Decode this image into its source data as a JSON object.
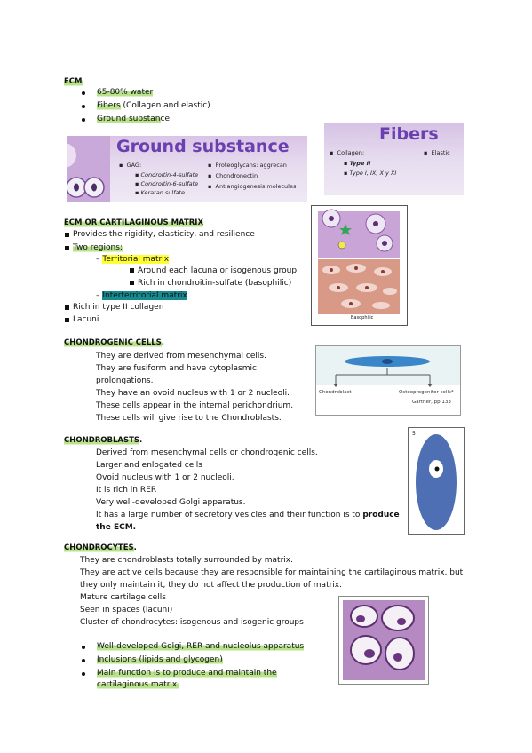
{
  "ecm": {
    "title": "ECM",
    "bullets": [
      "65-80% water",
      "Fibers (Collagen and elastic)",
      "Ground substance"
    ],
    "fibers_word": "Fibers",
    "fibers_rest": " (Collagen and elastic)",
    "ground_word": "Ground substan",
    "ground_rest": "ce"
  },
  "ground_panel": {
    "title": "Ground substance",
    "gag": "GAG:",
    "gag_items": [
      "Condroitin-4-sulfate",
      "Condroitin-6-sulfate",
      "Keratan sulfate"
    ],
    "right_items": [
      "Proteoglycans: aggrecan",
      "Chondronectin",
      "Antiangiogenesis molecules"
    ]
  },
  "fibers_panel": {
    "title": "Fibers",
    "collagen": "Collagen:",
    "elastic": "Elastic",
    "types": [
      "Type II",
      "Type I, IX, X y XI"
    ]
  },
  "matrix": {
    "title": "ECM OR CARTILAGINOUS MATRIX",
    "lines": [
      "Provides the rigidity, elasticity, and resilience",
      "Two regions:"
    ],
    "territorial": "Territorial matrix",
    "territorial_items": [
      "Around each lacuna or isogenous group",
      "Rich in chondroitin-sulfate (basophilic)"
    ],
    "interterritorial": "Interterritorial matrix",
    "tail": [
      "Rich in type II collagen",
      "Lacuni"
    ],
    "image_caption": "Basophilic"
  },
  "chondrogenic": {
    "title": "CHONDROGENIC CELLS",
    "lines": [
      "They are derived from mesenchymal cells.",
      "They are fusiform and have cytoplasmic",
      "prolongations.",
      "They have an ovoid nucleus with 1 or 2 nucleoli.",
      "These cells appear in the internal perichondrium.",
      "These cells will give rise to the Chondroblasts."
    ],
    "diagram": {
      "left_label": "Chondroblast",
      "right_label": "Osteoprogenitor cells*",
      "source": "Gartner, pp 133"
    }
  },
  "chondroblasts": {
    "title": "CHONDROBLASTS",
    "lines": [
      "Derived from mesenchymal cells or chondrogenic cells.",
      "Larger and enlogated cells",
      "Ovoid nucleus with 1 or 2 nucleoli.",
      "It is rich in RER",
      "Very well-developed Golgi apparatus."
    ],
    "vesicle_line": " It has a large number of secretory vesicles and their function is to ",
    "vesicle_bold": "produce",
    "vesicle_bold2": "the ECM.",
    "figure_label": "5"
  },
  "chondrocytes": {
    "title": "CHONDROCYTES",
    "lines": [
      "They are chondroblasts totally surrounded by matrix.",
      "They are active cells because they are responsible for maintaining the cartilaginous matrix, but",
      "they only maintain it, they do not affect the production of matrix.",
      "Mature cartilage cells",
      "Seen in spaces (lacuni)",
      "Cluster of chondrocytes: isogenous and isogenic groups"
    ],
    "bullets": [
      "Well-developed Golgi, RER and nucleolus apparatus",
      "Inclusions (lipids and glycogen)",
      "Main function is to produce and maintain the",
      "cartilaginous matrix."
    ]
  },
  "colors": {
    "highlight_green": "#b9e28c",
    "highlight_yellow": "#ffff33",
    "highlight_teal": "#178a8f",
    "panel_purple": "#6a3fb0",
    "chondroblast_blue": "#4f6fb5"
  }
}
